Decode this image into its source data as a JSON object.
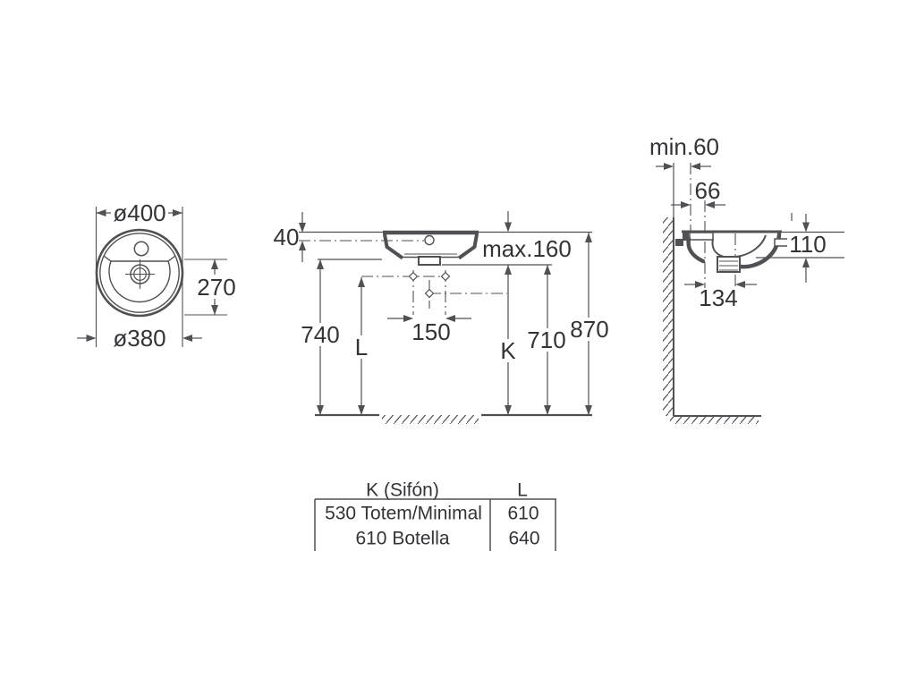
{
  "colors": {
    "line": "#515155",
    "text": "#343438",
    "background": "#ffffff"
  },
  "views": {
    "top": {
      "diameter_outer": "ø400",
      "diameter_inner": "ø380",
      "bowl_depth": "270"
    },
    "front": {
      "rim_to_axis": "40",
      "max_height": "max.160",
      "height_740": "740",
      "height_L": "L",
      "tap_spacing": "150",
      "height_K": "K",
      "height_710": "710",
      "height_870": "870"
    },
    "side": {
      "wall_min": "min.60",
      "axis_offset_66": "66",
      "rim_depth_110": "110",
      "drain_offset_134": "134"
    }
  },
  "table": {
    "headers": [
      "K (Sifón)",
      "L"
    ],
    "rows": [
      [
        "530 Totem/Minimal",
        "610"
      ],
      [
        "610 Botella",
        "640"
      ]
    ]
  }
}
